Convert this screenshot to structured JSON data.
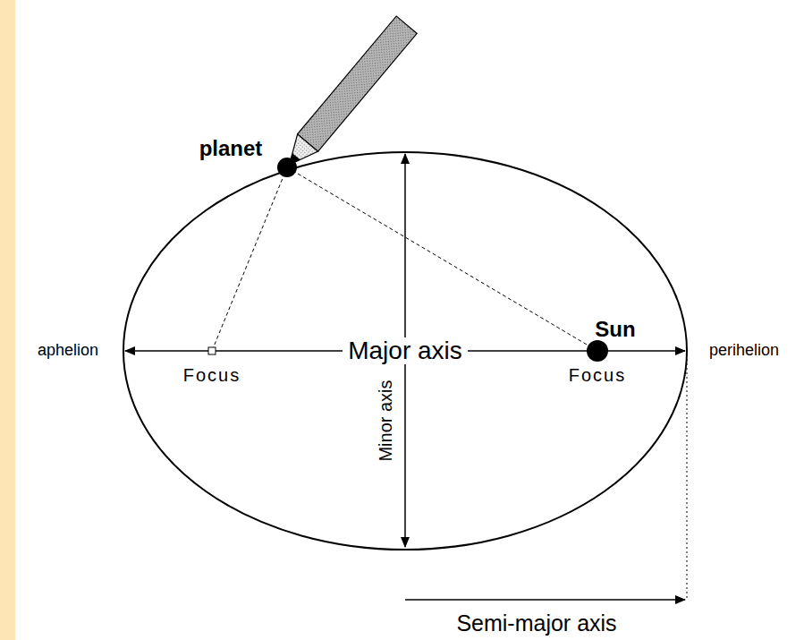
{
  "diagram": {
    "labels": [
      "planet",
      "Sun",
      "aphelion",
      "Major axis",
      "Focus",
      "Focus",
      "perihelion",
      "Minor axis",
      "Semi-major axis"
    ]
  }
}
